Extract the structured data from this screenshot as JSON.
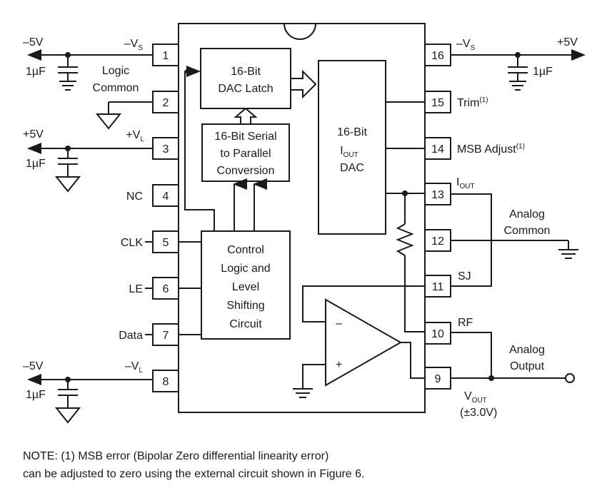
{
  "supplies": {
    "neg5_top": "–5V",
    "pos5_pin3": "+5V",
    "neg5_pin8": "–5V",
    "pos5_right": "+5V",
    "cap_top_left": "1µF",
    "cap_pin3": "1µF",
    "cap_pin8": "1µF",
    "cap_right": "1µF"
  },
  "left_pins": [
    {
      "num": "1",
      "name": "–V",
      "sub": "S"
    },
    {
      "num": "2",
      "name": "Logic",
      "name2": "Common"
    },
    {
      "num": "3",
      "name": "+V",
      "sub": "L"
    },
    {
      "num": "4",
      "name": "NC"
    },
    {
      "num": "5",
      "name": "CLK"
    },
    {
      "num": "6",
      "name": "LE"
    },
    {
      "num": "7",
      "name": "Data"
    },
    {
      "num": "8",
      "name": "–V",
      "sub": "L"
    }
  ],
  "right_pins": [
    {
      "num": "16",
      "name": "–V",
      "sub": "S"
    },
    {
      "num": "15",
      "name": "Trim",
      "sup": "(1)"
    },
    {
      "num": "14",
      "name": "MSB Adjust",
      "sup": "(1)"
    },
    {
      "num": "13",
      "name": "I",
      "sub": "OUT"
    },
    {
      "num": "12",
      "name": ""
    },
    {
      "num": "11",
      "name": "SJ"
    },
    {
      "num": "10",
      "name": "RF"
    },
    {
      "num": "9",
      "name": ""
    }
  ],
  "blocks": {
    "dac_latch": [
      "16-Bit",
      "DAC Latch"
    ],
    "serial": [
      "16-Bit Serial",
      "to Parallel",
      "Conversion"
    ],
    "control": [
      "Control",
      "Logic and",
      "Level",
      "Shifting",
      "Circuit"
    ],
    "dac_line1": "16-Bit",
    "dac_iout": "I",
    "dac_iout_sub": "OUT",
    "dac_line3": "DAC"
  },
  "amp": {
    "minus": "–",
    "plus": "+"
  },
  "external": {
    "analog_common": [
      "Analog",
      "Common"
    ],
    "analog_output": [
      "Analog",
      "Output"
    ],
    "vout": "V",
    "vout_sub": "OUT",
    "vout_range": "(±3.0V)"
  },
  "note": {
    "line1": "NOTE: (1) MSB error (Bipolar Zero differential linearity error)",
    "line2": "can be adjusted to zero using the external circuit shown in Figure 6."
  }
}
